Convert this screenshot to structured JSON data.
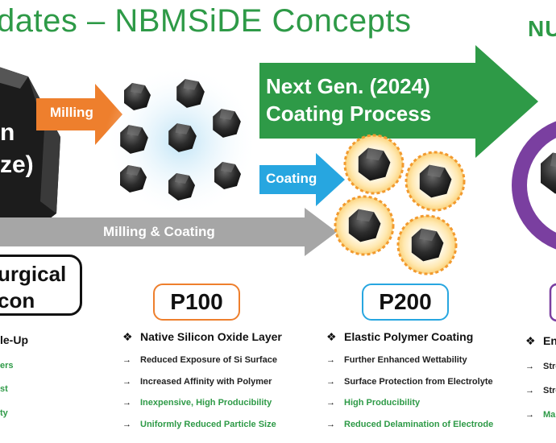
{
  "title": "dates – NBMSiDE Concepts",
  "logo": "NU",
  "ingot_lines": [
    "n",
    "ze)"
  ],
  "arrows": {
    "milling": "Milling",
    "coating": "Coating",
    "milling_coating": "Milling & Coating",
    "next_gen_line1": "Next Gen. (2024)",
    "next_gen_line2": "Coating Process"
  },
  "metallurgical": [
    "urgical",
    "con"
  ],
  "left_col": {
    "heading": "le-Up",
    "items": [
      "ers",
      "st",
      "ty"
    ]
  },
  "p100": {
    "label": "P100",
    "heading": "Native Silicon Oxide Layer",
    "items": [
      {
        "text": "Reduced Exposure of Si Surface",
        "tone": "dark"
      },
      {
        "text": "Increased Affinity with Polymer",
        "tone": "dark"
      },
      {
        "text": "Inexpensive, High Producibility",
        "tone": "green"
      },
      {
        "text": "Uniformly Reduced Particle Size",
        "tone": "green"
      }
    ]
  },
  "p200": {
    "label": "P200",
    "heading": "Elastic Polymer Coating",
    "items": [
      {
        "text": "Further Enhanced Wettability",
        "tone": "dark"
      },
      {
        "text": "Surface Protection from Electrolyte",
        "tone": "dark"
      },
      {
        "text": "High Producibility",
        "tone": "green"
      },
      {
        "text": "Reduced Delamination of Electrode",
        "tone": "green"
      }
    ]
  },
  "right_col": {
    "heading": "En",
    "items": [
      {
        "text": "Stre",
        "tone": "dark"
      },
      {
        "text": "Stre",
        "tone": "dark"
      },
      {
        "text": "Mair",
        "tone": "green"
      }
    ]
  },
  "colors": {
    "green": "#2e9a47",
    "orange": "#ee7f2d",
    "blue": "#27a6e0",
    "gray": "#a6a6a6",
    "purple": "#7a3fa0",
    "p100_border": "#ee7f2d",
    "p200_border": "#27a6e0"
  },
  "icons": {
    "bullet": "diamond-bullet-icon",
    "arrow": "right-arrow-icon"
  }
}
